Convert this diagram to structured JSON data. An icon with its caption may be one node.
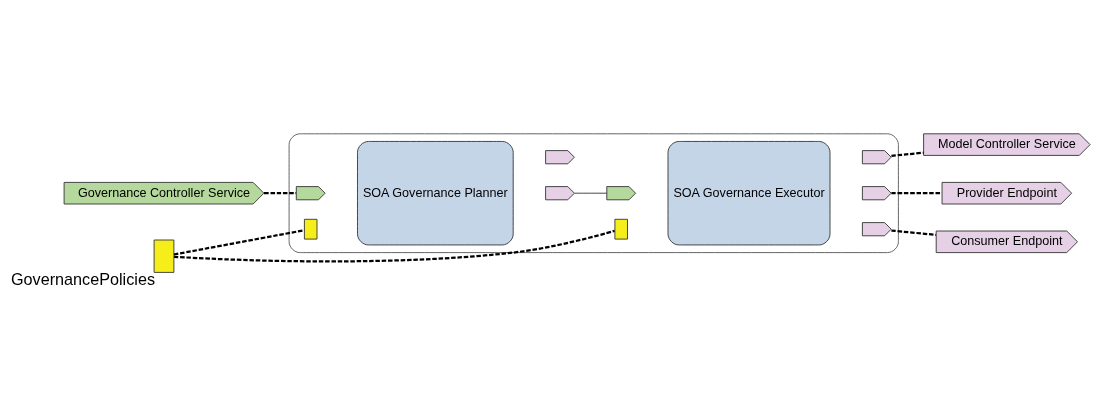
{
  "diagram": {
    "nodes": [
      {
        "text": [],
        "shape": "box"
      },
      {
        "text": [],
        "shape": "box",
        "beside": [
          "GovernancePolicies"
        ]
      },
      {
        "text": [
          "Governance Controller Service"
        ]
      },
      {
        "text": [
          "SOA Governance Planner"
        ],
        "in": 0
      },
      {
        "text": [],
        "shape": "box",
        "in": 0
      },
      {
        "text": [],
        "shape": "chevron",
        "in": 0
      },
      {
        "text": [],
        "shape": "chevron",
        "in": 0
      },
      {
        "text": [],
        "shape": "chevron",
        "in": 0
      },
      {
        "text": [
          "SOA Governance Executor"
        ],
        "in": 0
      },
      {
        "text": [],
        "shape": "box",
        "in": 0
      },
      {
        "text": [],
        "shape": "chevron",
        "in": 0
      },
      {
        "text": [],
        "shape": "chevron",
        "in": 0
      },
      {
        "text": [],
        "shape": "chevron",
        "in": 0
      },
      {
        "text": [],
        "shape": "chevron",
        "in": 0
      },
      {
        "text": [
          "Model Controller Service"
        ]
      },
      {
        "text": [
          "Provider Endpoint"
        ]
      },
      {
        "text": [
          "Consumer Endpoint"
        ]
      }
    ],
    "edges": [
      {
        "from": 1,
        "to": 4,
        "arrow": "none",
        "style": "dashed"
      },
      {
        "from": 1,
        "to": 9,
        "arrow": "none",
        "style": "dashed"
      },
      {
        "from": 2,
        "to": 5,
        "arrow": "none",
        "style": "dashed"
      },
      {
        "from": 6,
        "to": 10,
        "arrow": "none"
      },
      {
        "from": 11,
        "to": 14,
        "arrow": "none",
        "style": "dashed"
      },
      {
        "from": 12,
        "to": 15,
        "arrow": "none",
        "style": "dashed"
      },
      {
        "from": 13,
        "to": 16,
        "arrow": "none",
        "style": "dashed"
      }
    ]
  }
}
